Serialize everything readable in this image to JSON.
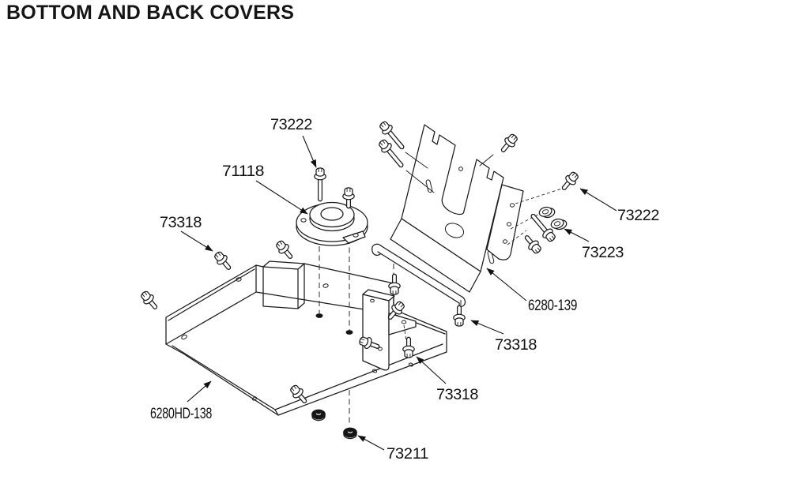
{
  "title": "BOTTOM AND BACK COVERS",
  "part_numbers": [
    "6280HD-138",
    "6280-139",
    "71118",
    "73211",
    "73222",
    "73223",
    "73318"
  ],
  "callouts": [
    {
      "text": "73222"
    },
    {
      "text": "71118"
    },
    {
      "text": "73318"
    },
    {
      "text": "73222"
    },
    {
      "text": "73223"
    },
    {
      "text": "6280-139"
    },
    {
      "text": "73318"
    },
    {
      "text": "73318"
    },
    {
      "text": "6280HD-138"
    },
    {
      "text": "73211"
    }
  ],
  "colors": {
    "line": "#1a1a1a",
    "label": "#111111",
    "background": "#ffffff"
  }
}
